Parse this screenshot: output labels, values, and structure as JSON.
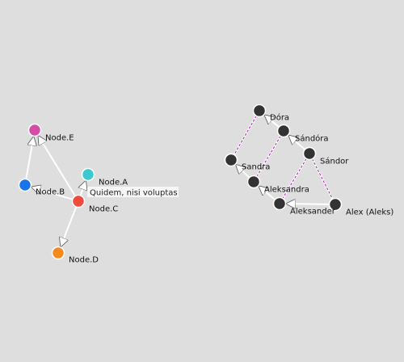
{
  "colors": {
    "background": "#dedede",
    "edge": "#ffffff",
    "dashed_edge": "#a020a0",
    "node_E": "#d64ca6",
    "node_B": "#1a73e8",
    "node_A": "#3cc8d0",
    "node_C": "#f04a3c",
    "node_D": "#f4891e",
    "dark_node": "#333333"
  },
  "left_graph": {
    "nodes": [
      {
        "id": "E",
        "label": "Node.E",
        "color": "#d64ca6"
      },
      {
        "id": "B",
        "label": "Node.B",
        "color": "#1a73e8"
      },
      {
        "id": "A",
        "label": "Node.A",
        "color": "#3cc8d0"
      },
      {
        "id": "C",
        "label": "Node.C",
        "color": "#f04a3c"
      },
      {
        "id": "D",
        "label": "Node.D",
        "color": "#f4891e"
      }
    ],
    "edges": [
      {
        "from": "B",
        "to": "E"
      },
      {
        "from": "C",
        "to": "E"
      },
      {
        "from": "C",
        "to": "B"
      },
      {
        "from": "C",
        "to": "A"
      },
      {
        "from": "C",
        "to": "D"
      }
    ],
    "edge_label": "Quidem, nisi voluptas"
  },
  "right_graph": {
    "nodes": [
      {
        "id": "dora",
        "label": "Dóra"
      },
      {
        "id": "sandora",
        "label": "Sándóra"
      },
      {
        "id": "sandor",
        "label": "Sándor"
      },
      {
        "id": "sandra",
        "label": "Sandra"
      },
      {
        "id": "aleksandra",
        "label": "Aleksandra"
      },
      {
        "id": "aleksander",
        "label": "Aleksander"
      },
      {
        "id": "alex",
        "label": "Alex (Aleks)"
      }
    ],
    "edges": [
      {
        "from": "sandora",
        "to": "dora",
        "style": "arrow"
      },
      {
        "from": "sandor",
        "to": "sandora",
        "style": "arrow"
      },
      {
        "from": "aleksandra",
        "to": "sandra",
        "style": "arrow"
      },
      {
        "from": "aleksander",
        "to": "aleksandra",
        "style": "arrow"
      },
      {
        "from": "alex",
        "to": "aleksander",
        "style": "arrow"
      },
      {
        "from": "sandor",
        "to": "alex",
        "style": "dashed"
      },
      {
        "from": "dora",
        "to": "sandra",
        "style": "dashed"
      },
      {
        "from": "sandora",
        "to": "aleksandra",
        "style": "dashed"
      },
      {
        "from": "sandor",
        "to": "aleksander",
        "style": "dashed"
      }
    ]
  }
}
